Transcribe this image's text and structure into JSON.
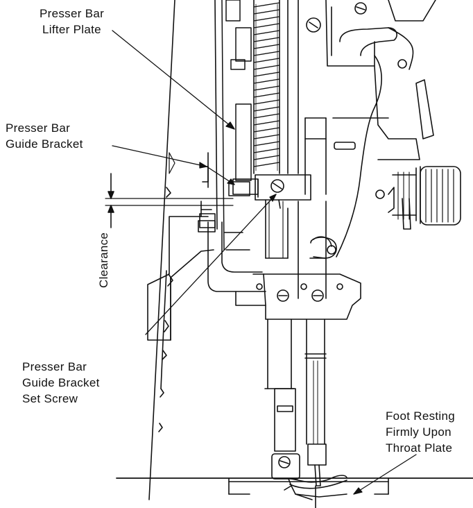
{
  "labels": {
    "lifter_plate": [
      "Presser Bar",
      "Lifter Plate"
    ],
    "guide_bracket": [
      "Presser Bar",
      "Guide Bracket"
    ],
    "clearance": "Clearance",
    "set_screw": [
      "Presser Bar",
      "Guide Bracket",
      "Set Screw"
    ],
    "foot_resting": [
      "Foot Resting",
      "Firmly Upon",
      "Throat Plate"
    ]
  },
  "colors": {
    "ink": "#111111",
    "paper": "#ffffff"
  }
}
